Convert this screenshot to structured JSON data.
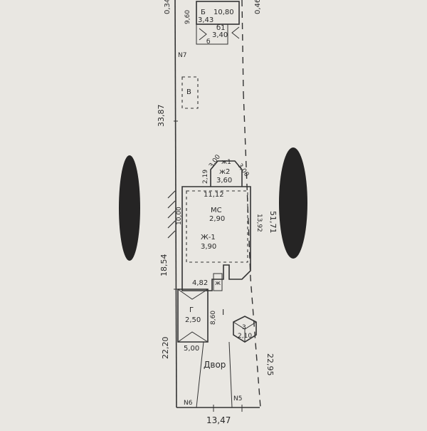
{
  "top": {
    "left_offset": "0,34",
    "right_offset": "0,46"
  },
  "buildings": {
    "b": {
      "letter": "Б",
      "dim_top": "10,80",
      "dim_side": "9,60",
      "height": "3,43"
    },
    "b1": {
      "letter": "б1",
      "height": "3,40",
      "sub_label": "б"
    },
    "v": {
      "letter": "В"
    }
  },
  "points": {
    "n7": "N7",
    "n6": "N6",
    "n5": "N5"
  },
  "house": {
    "zh2": {
      "letter": "ж2",
      "height": "3,60",
      "dim_a": "2,19",
      "dim_b": "3,00",
      "dim_c": "3,00",
      "dim_d": "ж1"
    },
    "width_label": "11,12",
    "mc": {
      "letter": "МС",
      "height": "2,90"
    },
    "zh1": {
      "letter": "Ж-1",
      "height": "3,90"
    },
    "side_left": "10,00",
    "side_right": "13,92",
    "bottom_width": "4,82",
    "entry_mark": "ж"
  },
  "garage": {
    "letter": "Г",
    "height": "2,50",
    "width_label": "5,00",
    "depth_label": "8,60"
  },
  "annex": {
    "letter": "3",
    "height": "2,10"
  },
  "yard": {
    "label": "Двор",
    "roman": "I"
  },
  "dims": {
    "left_upper": "33,87",
    "left_middle": "18,54",
    "left_lower": "22,20",
    "right_long": "51,71",
    "right_lower": "22,95",
    "bottom": "13,47"
  }
}
